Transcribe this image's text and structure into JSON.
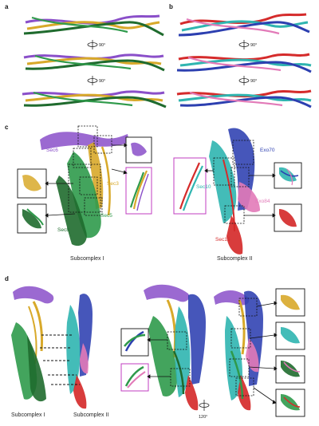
{
  "panels": {
    "a": "a",
    "b": "b",
    "c": "c",
    "d": "d"
  },
  "rotations": {
    "a_top": "90°",
    "a_bottom": "90°",
    "b_top": "90°",
    "b_bottom": "90°",
    "d": "120°"
  },
  "proteins": {
    "sec6": "Sec6",
    "sec3": "Sec3",
    "sec5": "Sec5",
    "sec8": "Sec8",
    "exo70": "Exo70",
    "sec10": "Sec10",
    "exo84": "Exo84",
    "sec15": "Sec15"
  },
  "captions": {
    "c_left": "Subcomplex I",
    "c_right": "Subcomplex II",
    "d_left": "Subcomplex I",
    "d_right": "Subcomplex II"
  },
  "colors": {
    "sec6": "#8a4fc9",
    "sec3": "#d8a92a",
    "sec5": "#2f9a4b",
    "sec8": "#1f6b2e",
    "exo70": "#2c3fb0",
    "sec10": "#2fb5b0",
    "exo84": "#e27ab8",
    "sec15": "#d52b2b",
    "box_black": "#111111",
    "box_magenta": "#c03cc0"
  }
}
